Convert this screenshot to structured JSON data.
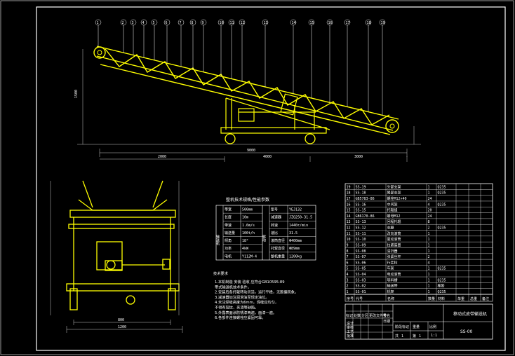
{
  "drawing": {
    "title": "移动式皮带输送机",
    "code": "SS-00",
    "scale": "1:1",
    "sheet_total": "1",
    "sheet_no": "1"
  },
  "balloons": [
    "1",
    "2",
    "3",
    "4",
    "5",
    "6",
    "7",
    "8",
    "9",
    "10",
    "11",
    "12",
    "13",
    "14",
    "15",
    "16",
    "17",
    "18",
    "19"
  ],
  "dims": {
    "overall": "9000",
    "seg_a": "2000",
    "seg_b": "4000",
    "seg_c": "3000",
    "height": "1500",
    "width_total": "1200",
    "width_inner": "800"
  },
  "param_table": {
    "title": "整机技术规格/性能参数",
    "left_head": "输送机",
    "left_rows": [
      {
        "k": "带宽",
        "v": "500mm"
      },
      {
        "k": "长度",
        "v": "10m"
      },
      {
        "k": "带速",
        "v": "1.6m/s"
      },
      {
        "k": "输送量",
        "v": "100t/h"
      },
      {
        "k": "倾角",
        "v": "18°"
      },
      {
        "k": "功率",
        "v": "4kW"
      },
      {
        "k": "电机",
        "v": "Y112M-4"
      }
    ],
    "right_head": "驱动",
    "right_rows": [
      {
        "k": "型号",
        "v": "YEJ132"
      },
      {
        "k": "减速器",
        "v": "JZQ250-31.5"
      },
      {
        "k": "转速",
        "v": "1440r/min"
      },
      {
        "k": "速比",
        "v": "31.5"
      },
      {
        "k": "滚筒直径",
        "v": "Φ400mm"
      },
      {
        "k": "托辊直径",
        "v": "Φ89mm"
      },
      {
        "k": "整机重量",
        "v": "1200kg"
      }
    ]
  },
  "notes": {
    "heading": "技术要求",
    "lines": [
      "1.本机制造 安装 验收 应符合GB10595-89",
      "  带式输送机技术条件。",
      "2.安装后各托辊转动灵活，运行平稳，无跑偏现象。",
      "3.减速器加注润滑油至规定油位。",
      "4.未注焊缝高度为6mm，焊缝应均匀，",
      "  不得有裂纹、夹渣等缺陷。",
      "5.外露表面涂防锈漆两遍，面漆一遍。",
      "6.各部件连接螺栓应紧固可靠。"
    ]
  },
  "bom": {
    "headers": [
      "序号",
      "代号",
      "名称",
      "数量",
      "材料",
      "单重",
      "总重",
      "备注"
    ],
    "rows": [
      [
        "19",
        "SS-19",
        "头部支架",
        "1",
        "Q235",
        "",
        ""
      ],
      [
        "18",
        "SS-18",
        "尾部支架",
        "1",
        "Q235",
        "",
        ""
      ],
      [
        "17",
        "GB5783-86",
        "螺栓M12×40",
        "24",
        "",
        "",
        ""
      ],
      [
        "16",
        "SS-16",
        "中间架",
        "4",
        "Q235",
        "",
        ""
      ],
      [
        "15",
        "SS-15",
        "托辊组",
        "20",
        "",
        "",
        ""
      ],
      [
        "14",
        "GB6170-86",
        "螺母M12",
        "24",
        "",
        "",
        ""
      ],
      [
        "13",
        "SS-13",
        "回程托辊",
        "8",
        "",
        "",
        ""
      ],
      [
        "12",
        "SS-12",
        "支腿",
        "2",
        "Q235",
        "",
        ""
      ],
      [
        "11",
        "SS-11",
        "改向滚筒",
        "1",
        "",
        "",
        ""
      ],
      [
        "10",
        "SS-10",
        "驱动滚筒",
        "1",
        "",
        "",
        ""
      ],
      [
        "9",
        "SS-09",
        "拉紧装置",
        "1",
        "",
        "",
        ""
      ],
      [
        "8",
        "SS-08",
        "清扫器",
        "1",
        "",
        "",
        ""
      ],
      [
        "7",
        "SS-07",
        "张紧丝杆",
        "2",
        "",
        "",
        ""
      ],
      [
        "6",
        "SS-06",
        "行走轮",
        "4",
        "",
        "",
        ""
      ],
      [
        "5",
        "SS-05",
        "车架",
        "1",
        "Q235",
        "",
        ""
      ],
      [
        "4",
        "SS-04",
        "电动滚筒",
        "1",
        "",
        "",
        ""
      ],
      [
        "3",
        "SS-03",
        "导料槽",
        "1",
        "Q235",
        "",
        ""
      ],
      [
        "2",
        "SS-02",
        "输送带",
        "1",
        "橡胶",
        "",
        ""
      ],
      [
        "1",
        "SS-01",
        "机架",
        "1",
        "Q235",
        "",
        ""
      ]
    ]
  },
  "title_block": {
    "rows": [
      "标记",
      "处数",
      "分区",
      "更改文件号",
      "签名",
      "日期"
    ],
    "roles": [
      "设计",
      "审核",
      "工艺",
      "批准"
    ],
    "stage": "阶段标记",
    "weight": "重量",
    "scale_label": "比例",
    "sheet_total_label": "共",
    "sheet_no_label": "第"
  },
  "colors": {
    "line": "#ffffff",
    "part": "#ffff00",
    "dim": "#c8c8c8"
  }
}
